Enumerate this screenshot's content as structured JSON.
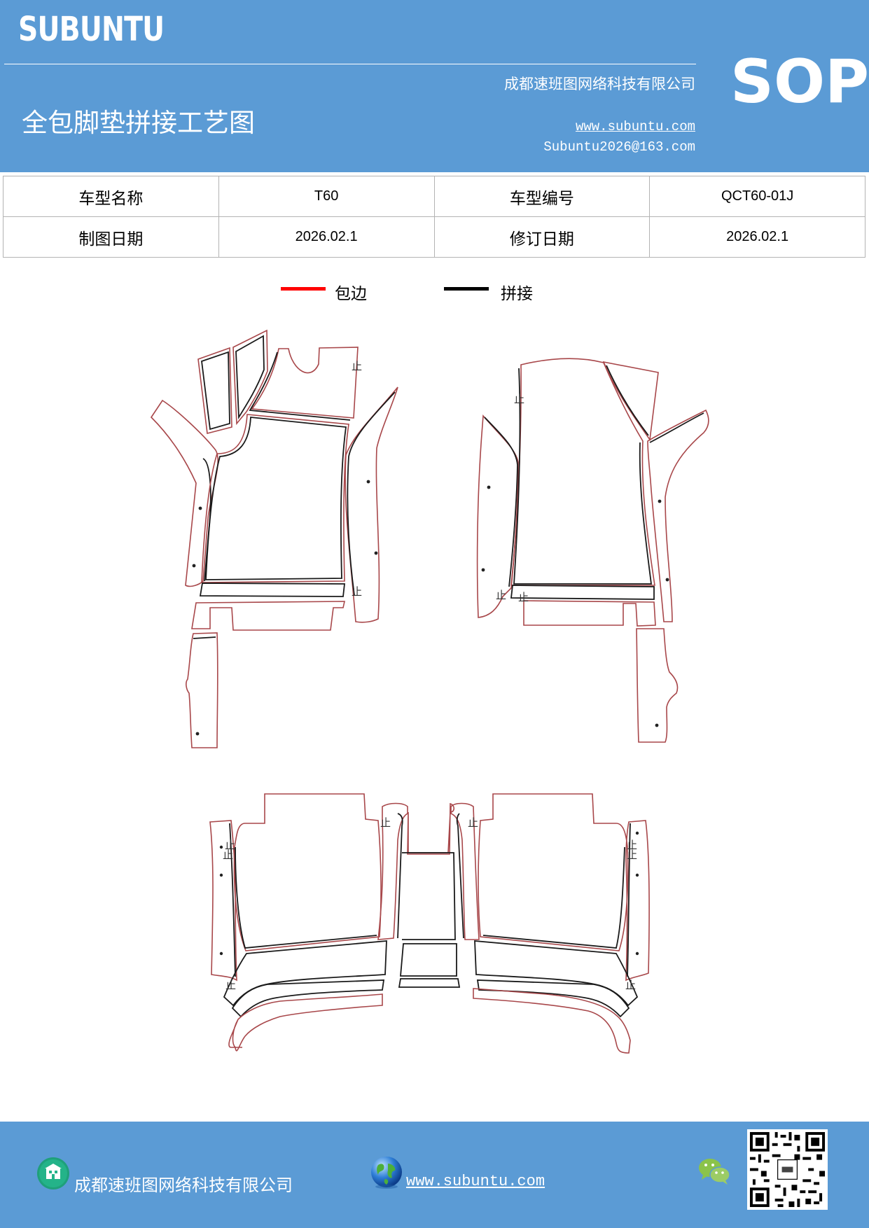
{
  "header": {
    "brand": "SUBUNTU",
    "company": "成都速班图网络科技有限公司",
    "title": "全包脚垫拼接工艺图",
    "website": "www.subuntu.com",
    "email": "Subuntu2026@163.com",
    "badge": "SOP",
    "background_color": "#5b9bd5"
  },
  "info_table": {
    "rows": [
      [
        {
          "label": "车型名称",
          "value": "T60"
        },
        {
          "label": "车型编号",
          "value": "QCT60-01J"
        }
      ],
      [
        {
          "label": "制图日期",
          "value": "2026.02.1"
        },
        {
          "label": "修订日期",
          "value": "2026.02.1"
        }
      ]
    ]
  },
  "legend": [
    {
      "label": "包边",
      "color": "#ff0000"
    },
    {
      "label": "拼接",
      "color": "#000000"
    }
  ],
  "diagram": {
    "stop_mark": "止",
    "edge_color": "#a8474a",
    "seam_color": "#1a1a1a"
  },
  "footer": {
    "company": "成都速班图网络科技有限公司",
    "website": "www.subuntu.com",
    "icons": [
      "building-icon",
      "globe-icon",
      "wechat-icon",
      "qr-code"
    ]
  }
}
